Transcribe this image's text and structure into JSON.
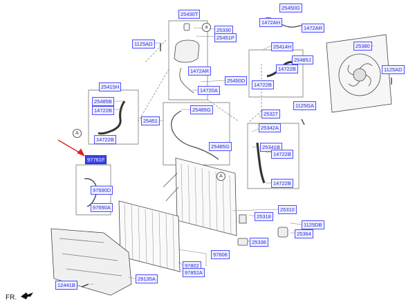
{
  "labels": [
    {
      "id": "25430T",
      "text": "25430T",
      "selected": false
    },
    {
      "id": "25330",
      "text": "25330",
      "selected": false
    },
    {
      "id": "25451P",
      "text": "25451P",
      "selected": false
    },
    {
      "id": "1125AD_top",
      "text": "1125AD",
      "selected": false
    },
    {
      "id": "1472AR",
      "text": "1472AR",
      "selected": false
    },
    {
      "id": "25450D",
      "text": "25450D",
      "selected": false
    },
    {
      "id": "14720A",
      "text": "14720A",
      "selected": false
    },
    {
      "id": "25450G",
      "text": "25450G",
      "selected": false
    },
    {
      "id": "1472AH",
      "text": "1472AH",
      "selected": false
    },
    {
      "id": "1472AR_b",
      "text": "1472AR",
      "selected": false
    },
    {
      "id": "25414H",
      "text": "25414H",
      "selected": false
    },
    {
      "id": "25485J",
      "text": "25485J",
      "selected": false
    },
    {
      "id": "14722B_a",
      "text": "14722B",
      "selected": false
    },
    {
      "id": "14722B_b",
      "text": "14722B",
      "selected": false
    },
    {
      "id": "25380",
      "text": "25380",
      "selected": false
    },
    {
      "id": "1125AD_fan",
      "text": "1125AD",
      "selected": false
    },
    {
      "id": "25415H",
      "text": "25415H",
      "selected": false
    },
    {
      "id": "25485B",
      "text": "25485B",
      "selected": false
    },
    {
      "id": "14722B_c",
      "text": "14722B",
      "selected": false
    },
    {
      "id": "25485G",
      "text": "25485G",
      "selected": false
    },
    {
      "id": "25451",
      "text": "25451",
      "selected": false
    },
    {
      "id": "14722B_d",
      "text": "14722B",
      "selected": false
    },
    {
      "id": "25485G_b",
      "text": "25485G",
      "selected": false
    },
    {
      "id": "25327",
      "text": "25327",
      "selected": false
    },
    {
      "id": "1125GA",
      "text": "1125GA",
      "selected": false
    },
    {
      "id": "25342A",
      "text": "25342A",
      "selected": false
    },
    {
      "id": "25341B",
      "text": "25341B",
      "selected": false
    },
    {
      "id": "14722B_e",
      "text": "14722B",
      "selected": false
    },
    {
      "id": "14722B_f",
      "text": "14722B",
      "selected": false
    },
    {
      "id": "97761F",
      "text": "97761F",
      "selected": true
    },
    {
      "id": "97690D",
      "text": "97690D",
      "selected": false
    },
    {
      "id": "97690A",
      "text": "97690A",
      "selected": false
    },
    {
      "id": "25310",
      "text": "25310",
      "selected": false
    },
    {
      "id": "25318",
      "text": "25318",
      "selected": false
    },
    {
      "id": "1125DB",
      "text": "1125DB",
      "selected": false
    },
    {
      "id": "25364",
      "text": "25364",
      "selected": false
    },
    {
      "id": "25336",
      "text": "25336",
      "selected": false
    },
    {
      "id": "97606",
      "text": "97606",
      "selected": false
    },
    {
      "id": "97802",
      "text": "97802",
      "selected": false
    },
    {
      "id": "97852A",
      "text": "97852A",
      "selected": false
    },
    {
      "id": "29135A",
      "text": "29135A",
      "selected": false
    },
    {
      "id": "12441B",
      "text": "12441B",
      "selected": false
    }
  ],
  "callouts": [
    {
      "id": "a1",
      "text": "A"
    },
    {
      "id": "a2",
      "text": "A"
    },
    {
      "id": "a3",
      "text": "a"
    }
  ],
  "footer": {
    "fr_label": "FR."
  },
  "colors": {
    "label_border": "#4d4dff",
    "label_text": "#2b2bd6",
    "selected_bg": "#3a46e8",
    "arrow": "#e02020"
  }
}
